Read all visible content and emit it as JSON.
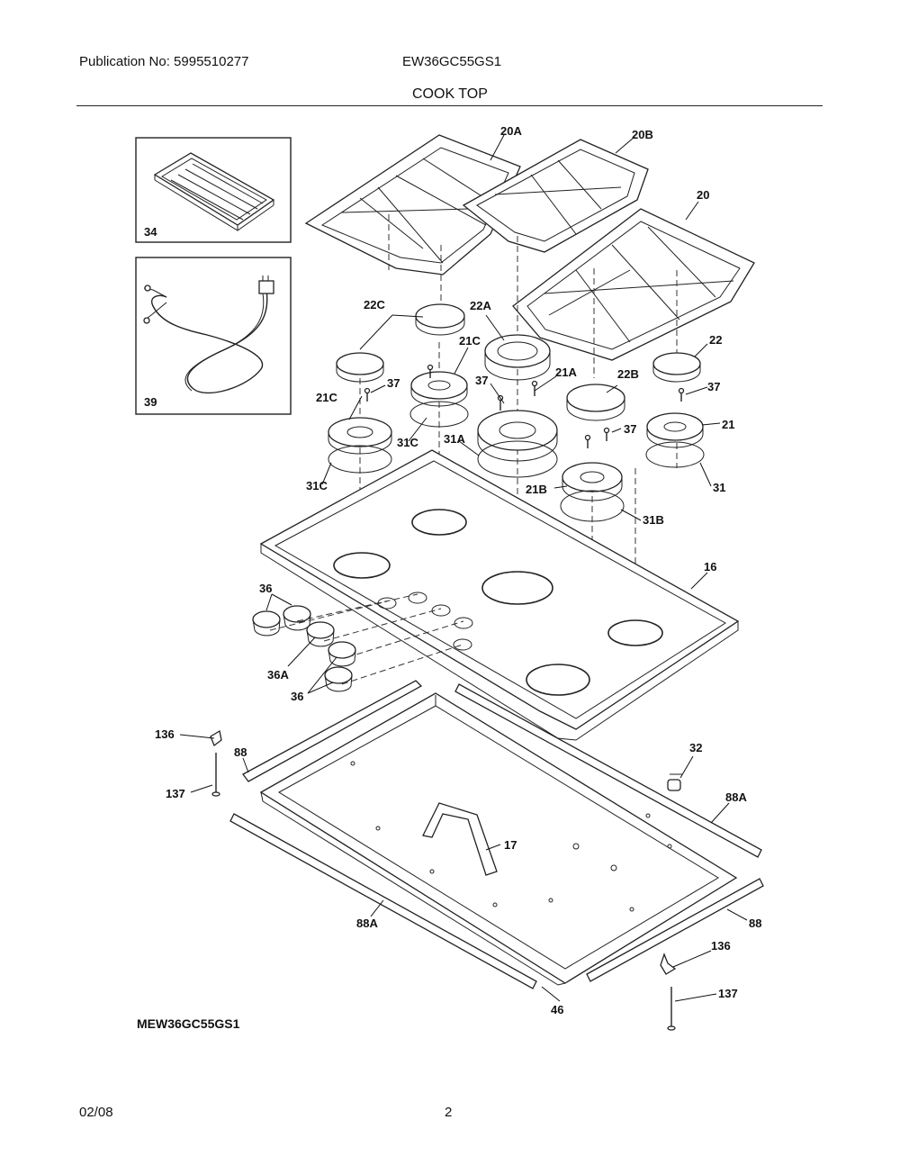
{
  "header": {
    "publication": "Publication No: 5995510277",
    "model": "EW36GC55GS1",
    "section_title": "COOK TOP"
  },
  "callouts": {
    "c20A": "20A",
    "c20B": "20B",
    "c20": "20",
    "c34": "34",
    "c39": "39",
    "c22C": "22C",
    "c22A": "22A",
    "c21C_top": "21C",
    "c22": "22",
    "c37_a": "37",
    "c37_b": "37",
    "c37_c": "37",
    "c37_d": "37",
    "c21C_left": "21C",
    "c21A": "21A",
    "c22B": "22B",
    "c21": "21",
    "c31C_mid": "31C",
    "c31A": "31A",
    "c31C_left": "31C",
    "c21B": "21B",
    "c31": "31",
    "c31B": "31B",
    "c16": "16",
    "c36_top": "36",
    "c36A": "36A",
    "c36_bottom": "36",
    "c136_left": "136",
    "c88_left": "88",
    "c137_left": "137",
    "c32": "32",
    "c88A_right": "88A",
    "c17": "17",
    "c88A_left": "88A",
    "c88_right": "88",
    "c136_right": "136",
    "c137_right": "137",
    "c46": "46"
  },
  "footer": {
    "model_code": "MEW36GC55GS1",
    "date": "02/08",
    "page": "2"
  }
}
